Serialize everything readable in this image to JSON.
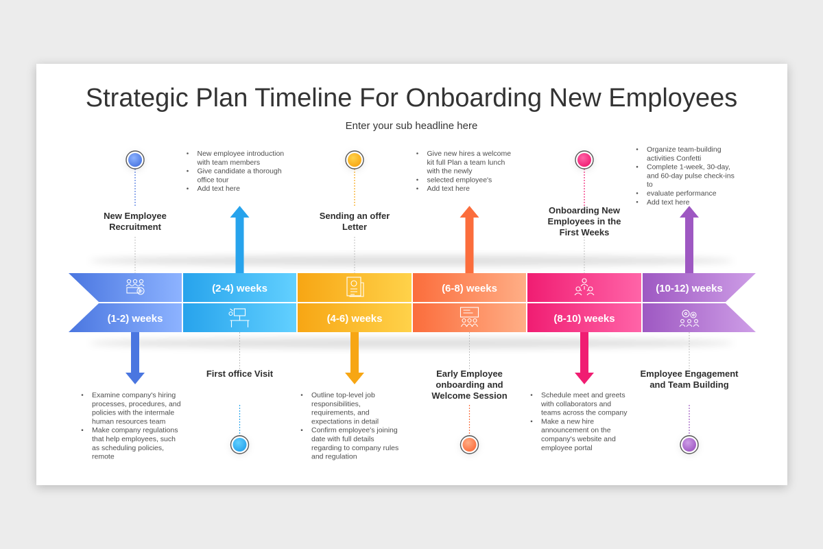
{
  "title": "Strategic Plan Timeline For Onboarding New Employees",
  "subtitle": "Enter your sub headline here",
  "chart_data": {
    "type": "timeline",
    "stages": [
      {
        "id": "s1",
        "color": "#4a76e0",
        "color_light": "#8db3ff",
        "period": "(1-2) weeks",
        "period_row": "bottom",
        "icon": "team-add-icon",
        "title": "New Employee Recruitment",
        "title_side": "top",
        "detail_side": "bottom",
        "details": [
          "Examine company's hiring processes, procedures, and policies with the intermale human resources team",
          "Make company regulations that help employees, such as scheduling policies, remote"
        ]
      },
      {
        "id": "s2",
        "color": "#27a3ec",
        "color_light": "#62d0ff",
        "period": "(2-4) weeks",
        "period_row": "top",
        "icon": "workstation-icon",
        "title": "First office Visit",
        "title_side": "bottom",
        "detail_side": "top",
        "details": [
          "New employee introduction with team members",
          "Give candidate a thorough office tour",
          "Add text here"
        ]
      },
      {
        "id": "s3",
        "color": "#f7a614",
        "color_light": "#ffd24a",
        "period": "(4-6) weeks",
        "period_row": "bottom",
        "icon": "document-icon",
        "title": "Sending an offer Letter",
        "title_side": "top",
        "detail_side": "bottom",
        "details": [
          "Outline top-level job responsibilities, requirements, and expectations in detail",
          "Confirm employee's joining date with full details regarding to company rules and regulation"
        ]
      },
      {
        "id": "s4",
        "color": "#fb6d3c",
        "color_light": "#ffae86",
        "period": "(6-8) weeks",
        "period_row": "top",
        "icon": "presentation-icon",
        "title": "Early Employee onboarding and Welcome Session",
        "title_side": "bottom",
        "detail_side": "top",
        "details": [
          "Give new hires a welcome kit full Plan a team lunch with the newly",
          "selected employee's",
          "Add text here"
        ]
      },
      {
        "id": "s5",
        "color": "#f01d72",
        "color_light": "#ff64a8",
        "period": "(8-10) weeks",
        "period_row": "bottom",
        "icon": "group-icon",
        "title": "Onboarding New Employees in the First Weeks",
        "title_side": "top",
        "detail_side": "bottom",
        "details": [
          "Schedule meet and greets with collaborators and teams across the company",
          "Make a new hire announcement on the company's website and employee portal"
        ]
      },
      {
        "id": "s6",
        "color": "#9e58c2",
        "color_light": "#ce9ee7",
        "period": "(10-12) weeks",
        "period_row": "top",
        "icon": "gears-team-icon",
        "title": "Employee Engagement and Team Building",
        "title_side": "bottom",
        "detail_side": "top",
        "details": [
          "Organize team-building activities Confetti",
          "Complete 1-week, 30-day, and 60-day pulse check-ins to",
          "evaluate performance",
          "Add text here"
        ]
      }
    ]
  }
}
